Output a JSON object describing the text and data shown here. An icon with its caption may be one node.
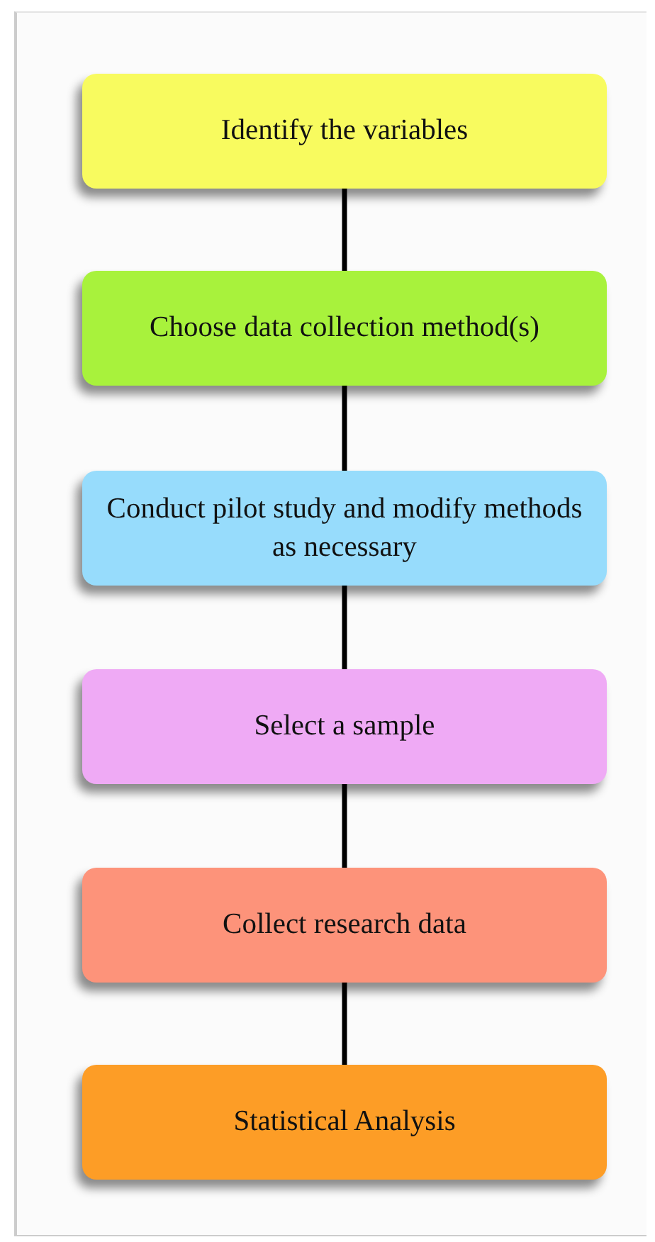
{
  "diagram": {
    "nodes": [
      {
        "text": [
          "Identify the variables"
        ]
      },
      {
        "text": [
          "Choose data collection method(s)"
        ]
      },
      {
        "text": [
          "Conduct pilot study and modify methods as necessary"
        ]
      },
      {
        "text": [
          "Select a sample"
        ]
      },
      {
        "text": [
          "Collect research data"
        ]
      },
      {
        "text": [
          "Statistical Analysis"
        ]
      }
    ],
    "edges": [
      {
        "from": 0,
        "to": 1,
        "arrow": "none"
      },
      {
        "from": 1,
        "to": 2,
        "arrow": "none"
      },
      {
        "from": 2,
        "to": 3,
        "arrow": "none"
      },
      {
        "from": 3,
        "to": 4,
        "arrow": "none"
      },
      {
        "from": 4,
        "to": 5,
        "arrow": "none"
      }
    ]
  }
}
